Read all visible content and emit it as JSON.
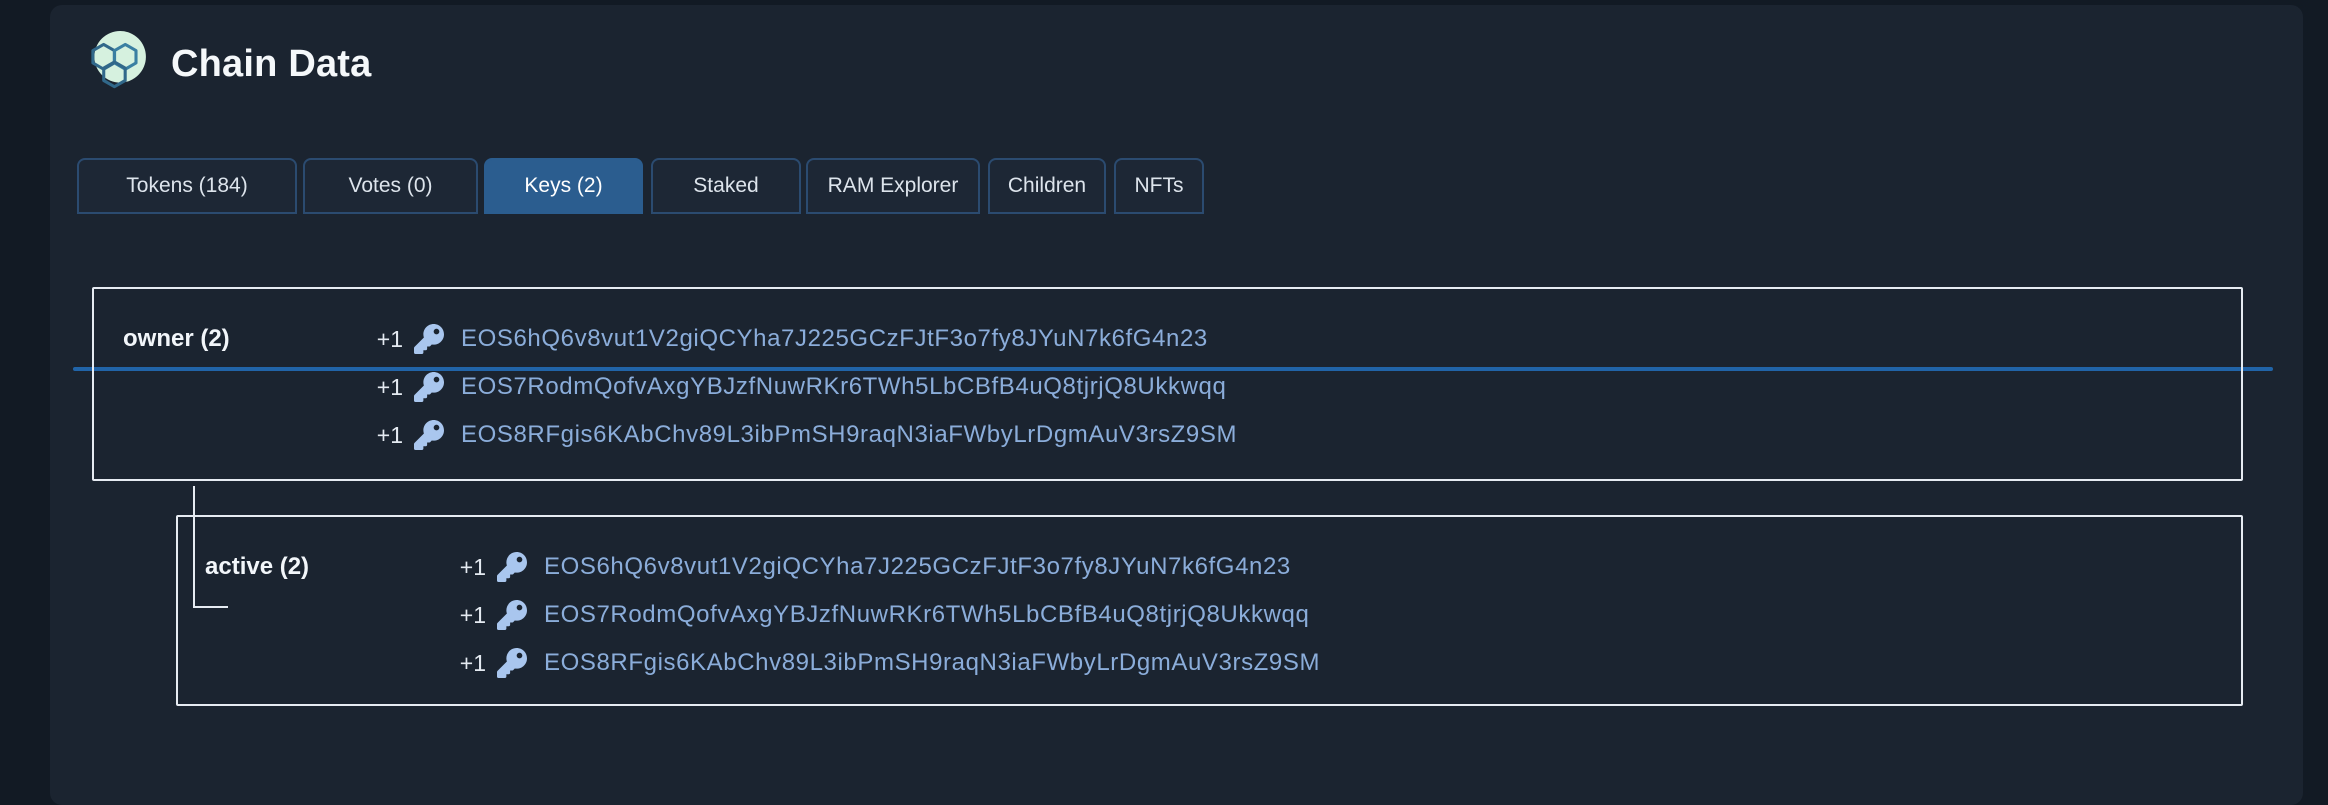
{
  "header": {
    "title": "Chain Data"
  },
  "tabs": [
    {
      "label": "Tokens (184)",
      "active": false
    },
    {
      "label": "Votes (0)",
      "active": false
    },
    {
      "label": "Keys (2)",
      "active": true
    },
    {
      "label": "Staked",
      "active": false
    },
    {
      "label": "RAM Explorer",
      "active": false
    },
    {
      "label": "Children",
      "active": false
    },
    {
      "label": "NFTs",
      "active": false
    }
  ],
  "permissions": [
    {
      "label": "owner (2)",
      "keys": [
        {
          "weight": "+1",
          "key": "EOS6hQ6v8vut1V2giQCYha7J225GCzFJtF3o7fy8JYuN7k6fG4n23"
        },
        {
          "weight": "+1",
          "key": "EOS7RodmQofvAxgYBJzfNuwRKr6TWh5LbCBfB4uQ8tjrjQ8Ukkwqq"
        },
        {
          "weight": "+1",
          "key": "EOS8RFgis6KAbChv89L3ibPmSH9raqN3iaFWbyLrDgmAuV3rsZ9SM"
        }
      ]
    },
    {
      "label": "active (2)",
      "keys": [
        {
          "weight": "+1",
          "key": "EOS6hQ6v8vut1V2giQCYha7J225GCzFJtF3o7fy8JYuN7k6fG4n23"
        },
        {
          "weight": "+1",
          "key": "EOS7RodmQofvAxgYBJzfNuwRKr6TWh5LbCBfB4uQ8tjrjQ8Ukkwqq"
        },
        {
          "weight": "+1",
          "key": "EOS8RFgis6KAbChv89L3ibPmSH9raqN3iaFWbyLrDgmAuV3rsZ9SM"
        }
      ]
    }
  ],
  "colors": {
    "card_background": "#1b2430",
    "page_background": "#121a24",
    "active_tab_blue": "#2b5d8f",
    "tab_underline_blue": "#2164a8",
    "key_link_blue": "#8badda",
    "key_icon_blue": "#a9c6ee",
    "box_border": "#e6ebf2",
    "logo_mint": "#d6f1df"
  }
}
